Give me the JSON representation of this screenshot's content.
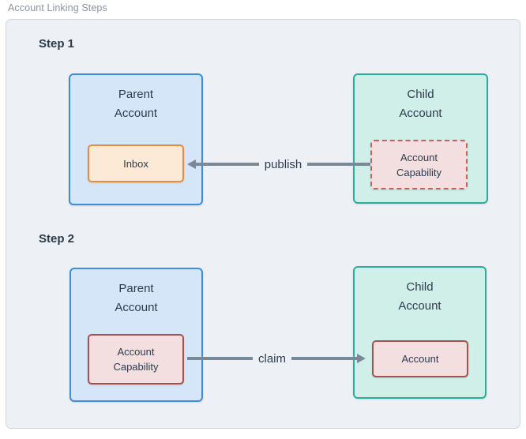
{
  "title": "Account Linking Steps",
  "steps": [
    {
      "label": "Step 1",
      "parent_account": {
        "title": "Parent\nAccount",
        "inner_box": "Inbox"
      },
      "child_account": {
        "title": "Child\nAccount",
        "inner_box": "Account\nCapability"
      },
      "arrow": {
        "label": "publish",
        "direction": "left",
        "from": "child_account.account_capability",
        "to": "parent_account.inbox"
      }
    },
    {
      "label": "Step 2",
      "parent_account": {
        "title": "Parent\nAccount",
        "inner_box": "Account\nCapability"
      },
      "child_account": {
        "title": "Child\nAccount",
        "inner_box": "Account"
      },
      "arrow": {
        "label": "claim",
        "direction": "right",
        "from": "parent_account.account_capability",
        "to": "child_account.account"
      }
    }
  ],
  "colors": {
    "panel_bg": "#edf1f5",
    "panel_border": "#ccd5dd",
    "parent_fill": "#d4e6f7",
    "parent_border": "#3e8ed6",
    "child_fill": "#d0efe8",
    "child_border": "#2aae9c",
    "inbox_fill": "#fcead7",
    "inbox_border": "#e78b3d",
    "capability_fill": "#f3dfdf",
    "capability_border_dashed": "#c5625e",
    "capability_border_solid": "#a5514e",
    "arrow": "#7b8896",
    "text_dark": "#2f3b4d",
    "title_gray": "#8993a1",
    "heading": "#2b3947"
  }
}
